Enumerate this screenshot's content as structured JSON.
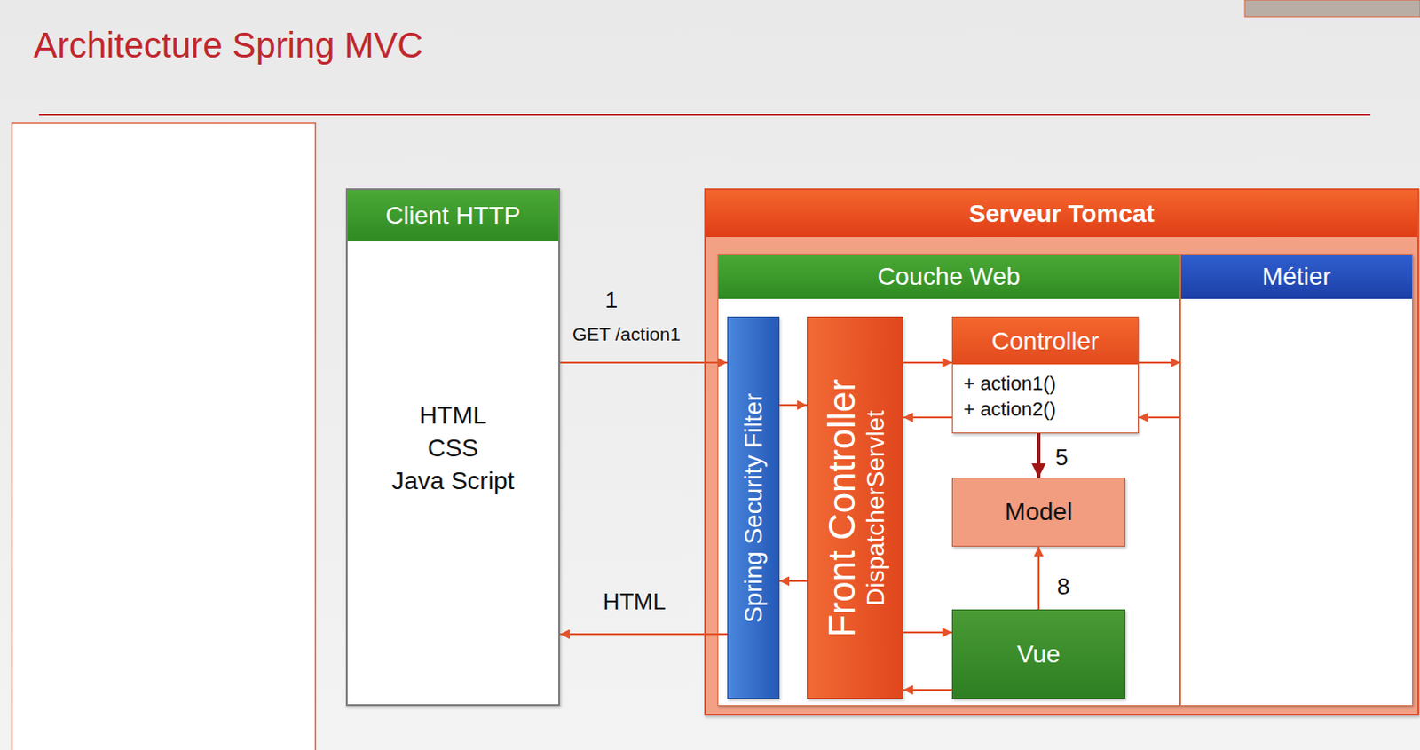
{
  "diagram": {
    "title": "Architecture Spring MVC",
    "nodes": [
      {
        "text": [
          "Client HTTP",
          "HTML",
          "CSS",
          "Java Script"
        ]
      },
      {
        "text": [
          "Serveur Tomcat"
        ]
      },
      {
        "text": [
          "Couche Web"
        ],
        "in": 1
      },
      {
        "text": [
          "Métier"
        ],
        "in": 1
      },
      {
        "text": [
          "Spring Security Filter"
        ],
        "in": 2
      },
      {
        "text": [
          "Front Controller",
          "DispatcherServlet"
        ],
        "in": 2
      },
      {
        "text": [
          "Controller",
          "+ action1()",
          "+ action2()"
        ],
        "in": 2
      },
      {
        "text": [
          "Model"
        ],
        "in": 2
      },
      {
        "text": [
          "Vue"
        ],
        "in": 2
      }
    ],
    "edges": [
      {
        "from": 0,
        "to": 4,
        "arrow": "to",
        "label": "GET /action1"
      },
      {
        "from": 4,
        "to": 5,
        "arrow": "to"
      },
      {
        "from": 5,
        "to": 6,
        "arrow": "to"
      },
      {
        "from": 6,
        "to": 5,
        "arrow": "to"
      },
      {
        "from": 6,
        "to": 3,
        "arrow": "to"
      },
      {
        "from": 3,
        "to": 6,
        "arrow": "to"
      },
      {
        "from": 6,
        "to": 7,
        "arrow": "to",
        "label": "5"
      },
      {
        "from": 8,
        "to": 7,
        "arrow": "to",
        "label": "8"
      },
      {
        "from": 5,
        "to": 8,
        "arrow": "to"
      },
      {
        "from": 8,
        "to": 5,
        "arrow": "to"
      },
      {
        "from": 5,
        "to": 4,
        "arrow": "to"
      },
      {
        "from": 4,
        "to": 0,
        "arrow": "to",
        "label": "HTML"
      }
    ],
    "labels": [
      "1"
    ]
  }
}
